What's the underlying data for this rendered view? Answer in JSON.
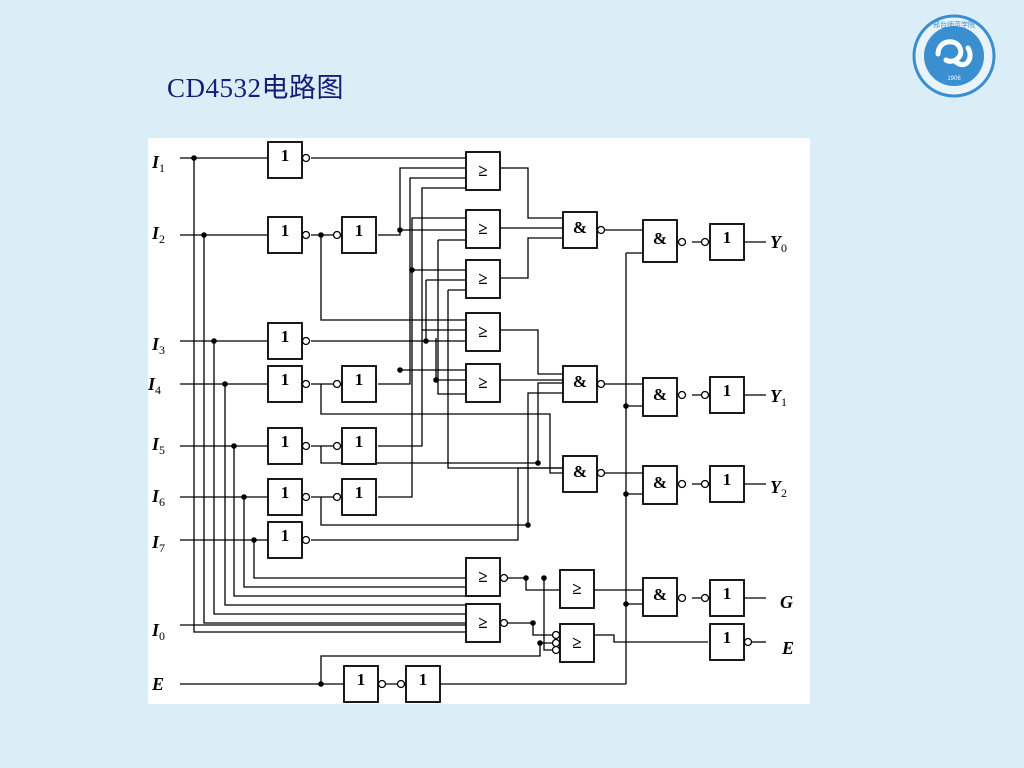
{
  "slide": {
    "title": "CD4532电路图"
  },
  "logo": {
    "top_text": "邢台师范学院",
    "year": "1906"
  },
  "gates": {
    "not": "1",
    "and": "&",
    "ge": "≥"
  },
  "pins": {
    "i1": {
      "letter": "I",
      "sub": "1"
    },
    "i2": {
      "letter": "I",
      "sub": "2"
    },
    "i3": {
      "letter": "I",
      "sub": "3"
    },
    "i4": {
      "letter": "I",
      "sub": "4"
    },
    "i5": {
      "letter": "I",
      "sub": "5"
    },
    "i6": {
      "letter": "I",
      "sub": "6"
    },
    "i7": {
      "letter": "I",
      "sub": "7"
    },
    "i0": {
      "letter": "I",
      "sub": "0"
    },
    "e_in": {
      "letter": "E",
      "sub": ""
    },
    "y0": {
      "letter": "Y",
      "sub": "0"
    },
    "y1": {
      "letter": "Y",
      "sub": "1"
    },
    "y2": {
      "letter": "Y",
      "sub": "2"
    },
    "g": {
      "letter": "G",
      "sub": ""
    },
    "e_out": {
      "letter": "E",
      "sub": ""
    }
  },
  "colors": {
    "background": "#dbeef8",
    "title": "#1a1a7a",
    "logo": "#3a8fd0"
  }
}
